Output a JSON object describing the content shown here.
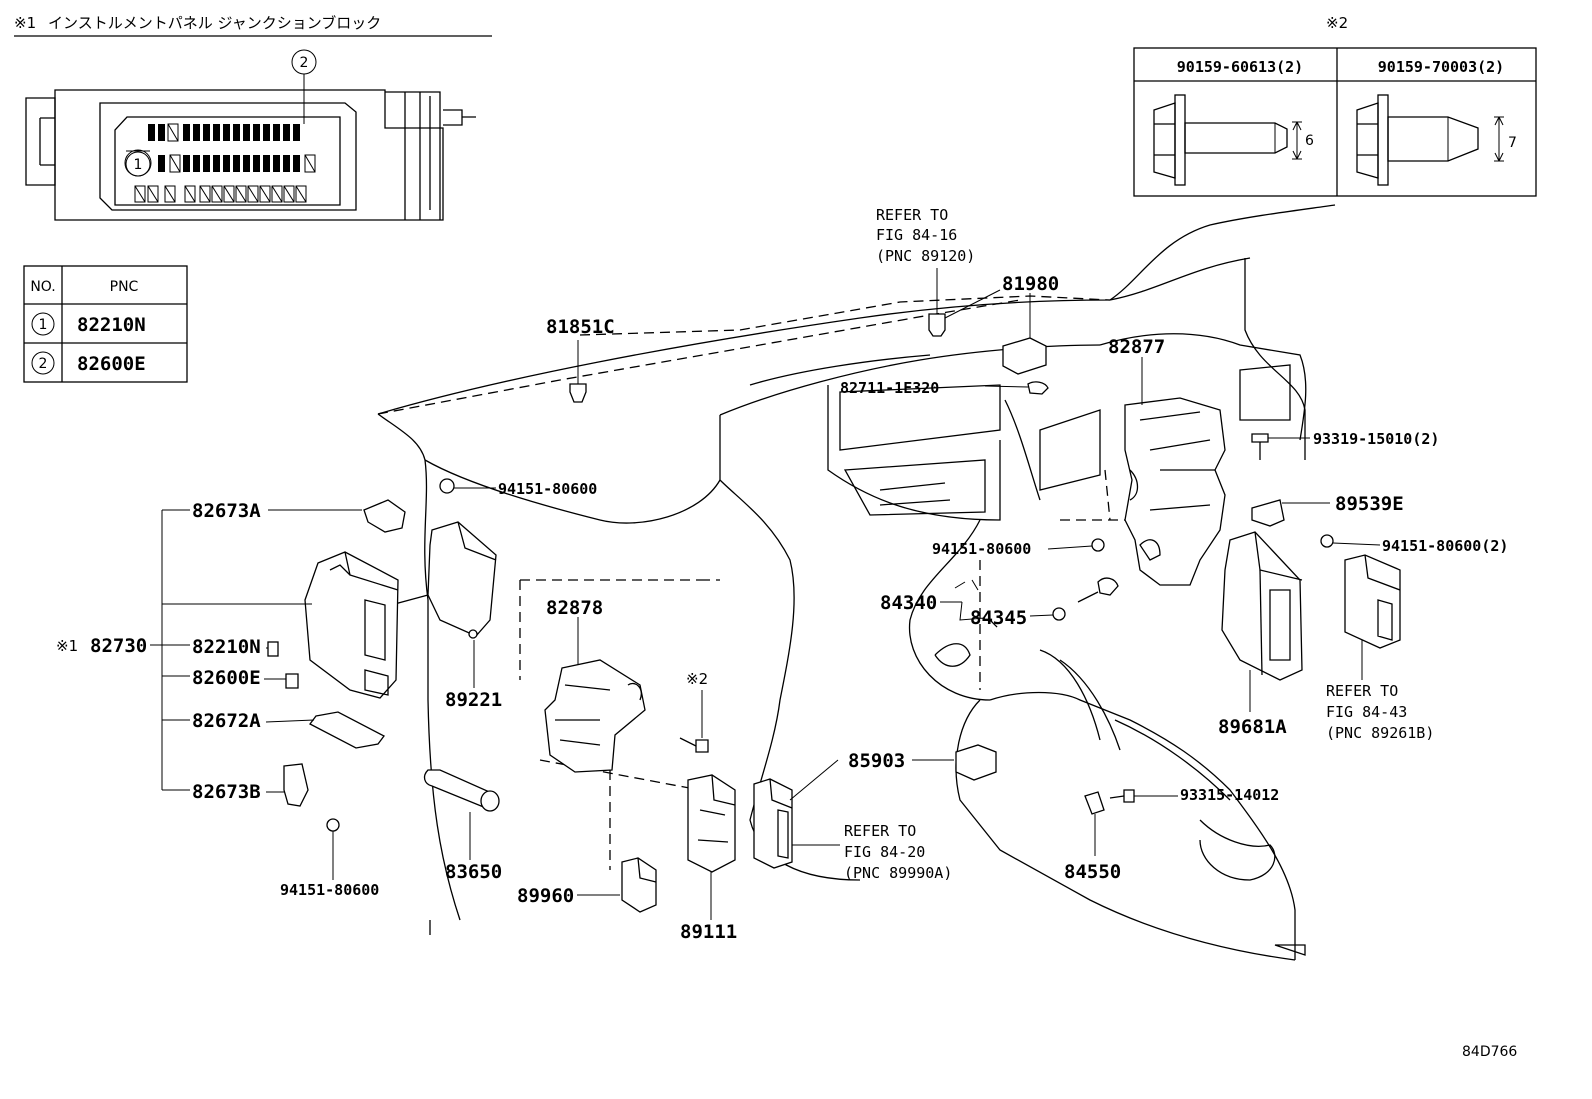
{
  "header": {
    "note_mark_1": "※1",
    "note_title_1": "インストルメントパネル ジャンクションブロック",
    "note_mark_2": "※2"
  },
  "pnc_table": {
    "headers": [
      "NO.",
      "PNC"
    ],
    "rows": [
      {
        "no": "1",
        "pnc": "82210N"
      },
      {
        "no": "2",
        "pnc": "82600E"
      }
    ]
  },
  "callouts": {
    "one": "1",
    "two": "2"
  },
  "bolt_table": {
    "columns": [
      {
        "part": "90159-60613(2)",
        "dim": "6"
      },
      {
        "part": "90159-70003(2)",
        "dim": "7"
      }
    ]
  },
  "labels": {
    "l81851c": "81851C",
    "l81980": "81980",
    "l82877": "82877",
    "l82711": "82711-1E320",
    "l93319": "93319-15010(2)",
    "l89539e": "89539E",
    "l94151_top": "94151-80600",
    "l94151_mid": "94151-80600",
    "l94151_right": "94151-80600(2)",
    "l94151_bottom": "94151-80600",
    "l82673a": "82673A",
    "l82730_mark": "※1",
    "l82730": "82730",
    "l82210n": "82210N",
    "l82600e": "82600E",
    "l82672a": "82672A",
    "l82673b": "82673B",
    "l89221": "89221",
    "l83650": "83650",
    "l82878": "82878",
    "l89960": "89960",
    "l89111": "89111",
    "l_mark2": "※2",
    "l84340": "84340",
    "l84345": "84345",
    "l85903": "85903",
    "l93315": "93315-14012",
    "l84550": "84550",
    "l89681a": "89681A",
    "diagram_code": "84D766"
  },
  "refers": {
    "ref1": [
      "REFER TO",
      "FIG 84-16",
      "(PNC 89120)"
    ],
    "ref2": [
      "REFER TO",
      "FIG 84-43",
      "(PNC 89261B)"
    ],
    "ref3": [
      "REFER TO",
      "FIG 84-20",
      "(PNC 89990A)"
    ]
  }
}
